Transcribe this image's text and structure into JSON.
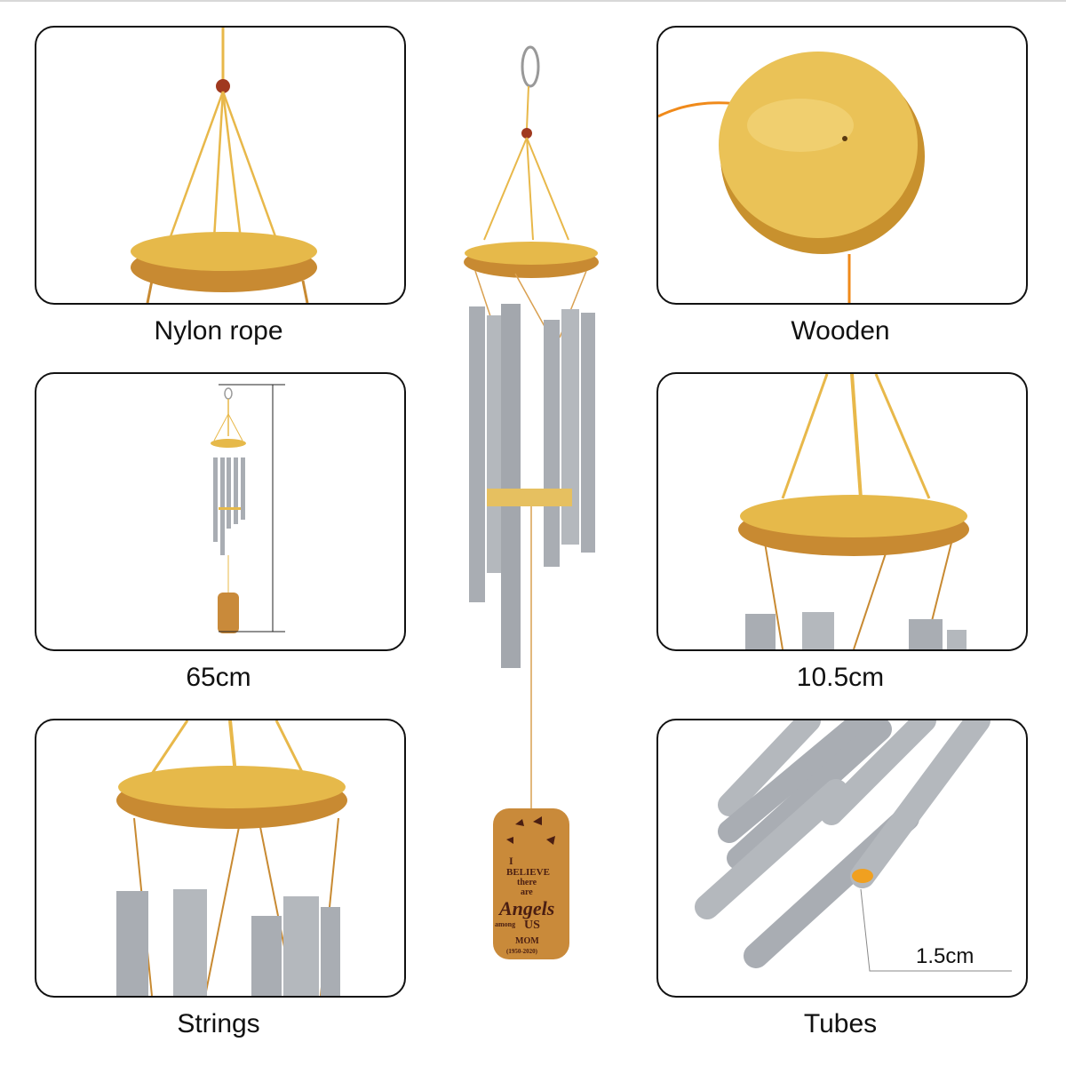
{
  "panels": [
    {
      "id": "nylon-rope",
      "label": "Nylon rope"
    },
    {
      "id": "wooden",
      "label": "Wooden"
    },
    {
      "id": "length",
      "label": "65cm"
    },
    {
      "id": "diameter",
      "label": "10.5cm"
    },
    {
      "id": "strings",
      "label": "Strings"
    },
    {
      "id": "tubes",
      "label": "Tubes",
      "dimension": "1.5cm"
    }
  ],
  "tag": {
    "line1": "I",
    "line2": "BELIEVE",
    "line3": "there",
    "line4": "are",
    "line5": "Angels",
    "line6a": "among",
    "line6b": "US",
    "line7": "MOM",
    "line8": "(1950-2020)"
  },
  "colors": {
    "wood": "#e6b94a",
    "rope": "#e8b84a",
    "tube": "#a9adb3",
    "tag": "#c98a3a",
    "border": "#111111"
  }
}
